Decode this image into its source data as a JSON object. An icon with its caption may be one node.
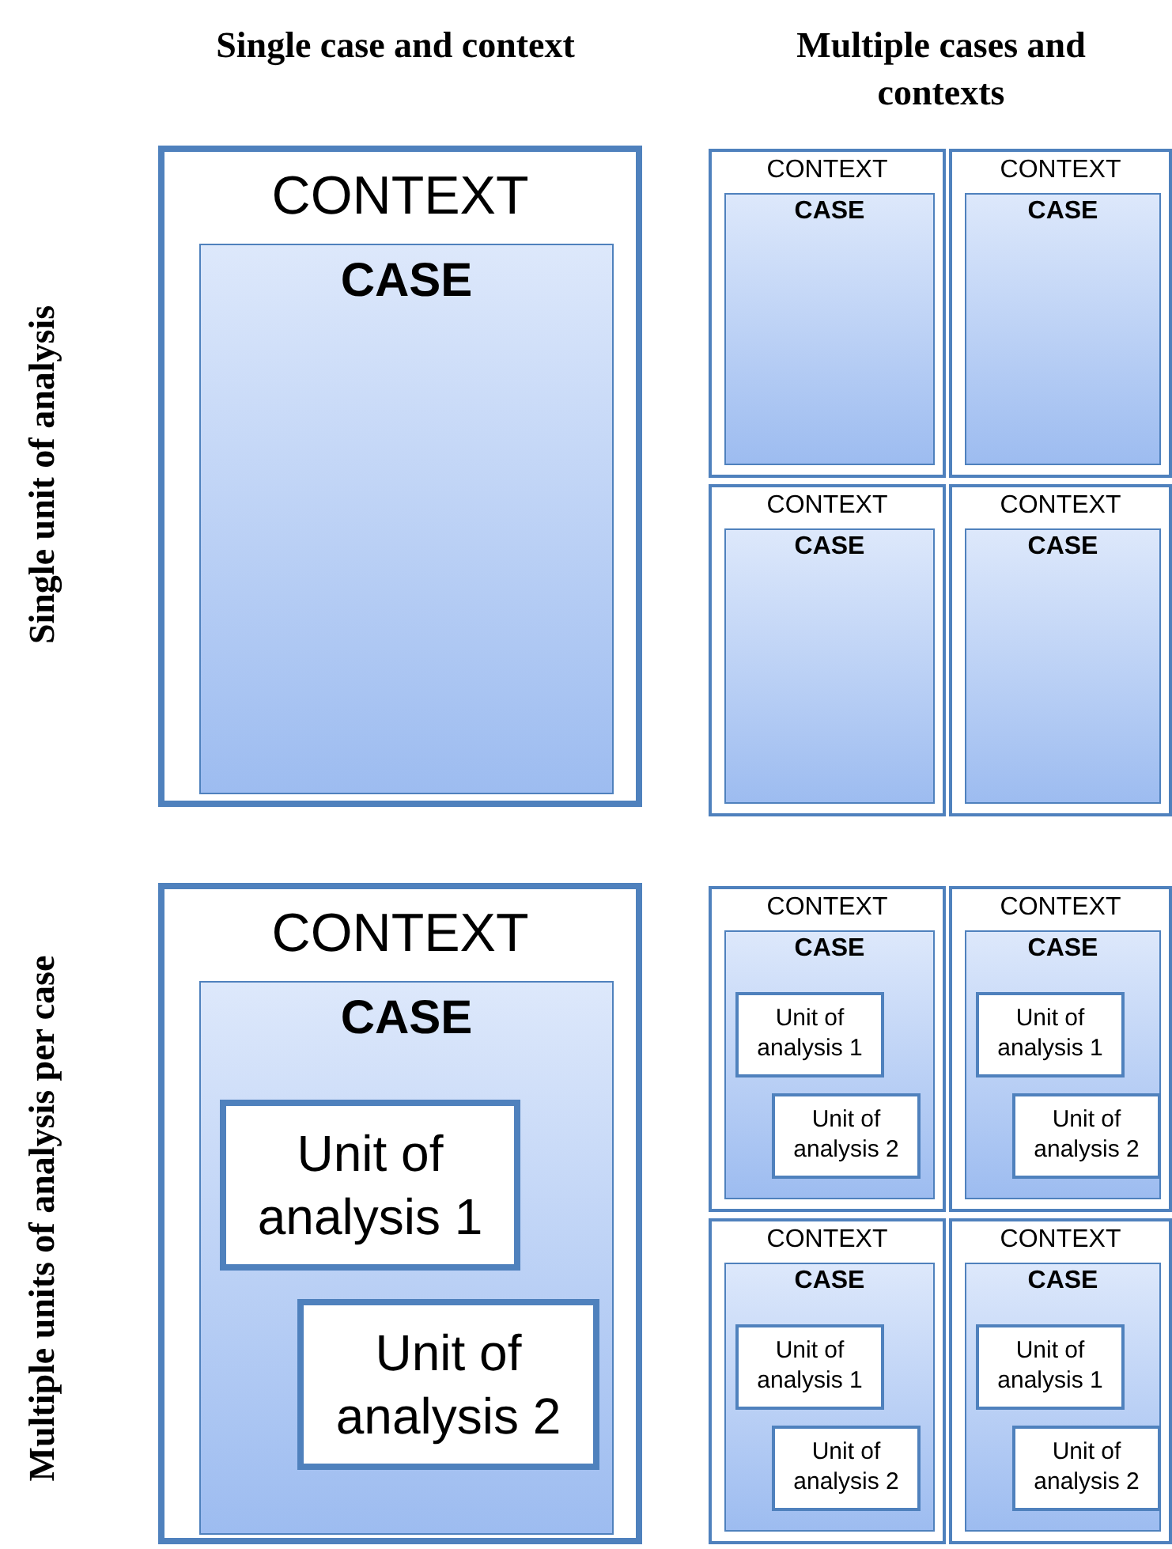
{
  "diagram": {
    "nodes": [
      {
        "text": [
          "CONTEXT"
        ]
      },
      {
        "text": [
          "CASE"
        ],
        "in": 0
      },
      {
        "text": [
          "CONTEXT"
        ]
      },
      {
        "text": [
          "CASE"
        ],
        "in": 2
      },
      {
        "text": [
          "CONTEXT"
        ]
      },
      {
        "text": [
          "CASE"
        ],
        "in": 4
      },
      {
        "text": [
          "CONTEXT"
        ]
      },
      {
        "text": [
          "CASE"
        ],
        "in": 6
      },
      {
        "text": [
          "CONTEXT"
        ]
      },
      {
        "text": [
          "CASE"
        ],
        "in": 8
      },
      {
        "text": [
          "CONTEXT"
        ]
      },
      {
        "text": [
          "CASE"
        ],
        "in": 10
      },
      {
        "text": [
          "Unit of analysis 1"
        ],
        "in": 11
      },
      {
        "text": [
          "Unit of analysis 2"
        ],
        "in": 11
      },
      {
        "text": [
          "CONTEXT"
        ]
      },
      {
        "text": [
          "CASE"
        ],
        "in": 14
      },
      {
        "text": [
          "Unit of analysis 1"
        ],
        "in": 15
      },
      {
        "text": [
          "Unit of analysis 2"
        ],
        "in": 15
      },
      {
        "text": [
          "CONTEXT"
        ]
      },
      {
        "text": [
          "CASE"
        ],
        "in": 18
      },
      {
        "text": [
          "Unit of analysis 1"
        ],
        "in": 19
      },
      {
        "text": [
          "Unit of analysis 2"
        ],
        "in": 19
      },
      {
        "text": [
          "CONTEXT"
        ]
      },
      {
        "text": [
          "CASE"
        ],
        "in": 22
      },
      {
        "text": [
          "Unit of analysis 1"
        ],
        "in": 23
      },
      {
        "text": [
          "Unit of analysis 2"
        ],
        "in": 23
      },
      {
        "text": [
          "CONTEXT"
        ]
      },
      {
        "text": [
          "CASE"
        ],
        "in": 26
      },
      {
        "text": [
          "Unit of analysis 1"
        ],
        "in": 27
      },
      {
        "text": [
          "Unit of analysis 2"
        ],
        "in": 27
      }
    ],
    "labels": [
      "Single case and context",
      "Multiple cases and contexts",
      "Single unit of analysis",
      "Multiple units of analysis per case"
    ]
  }
}
